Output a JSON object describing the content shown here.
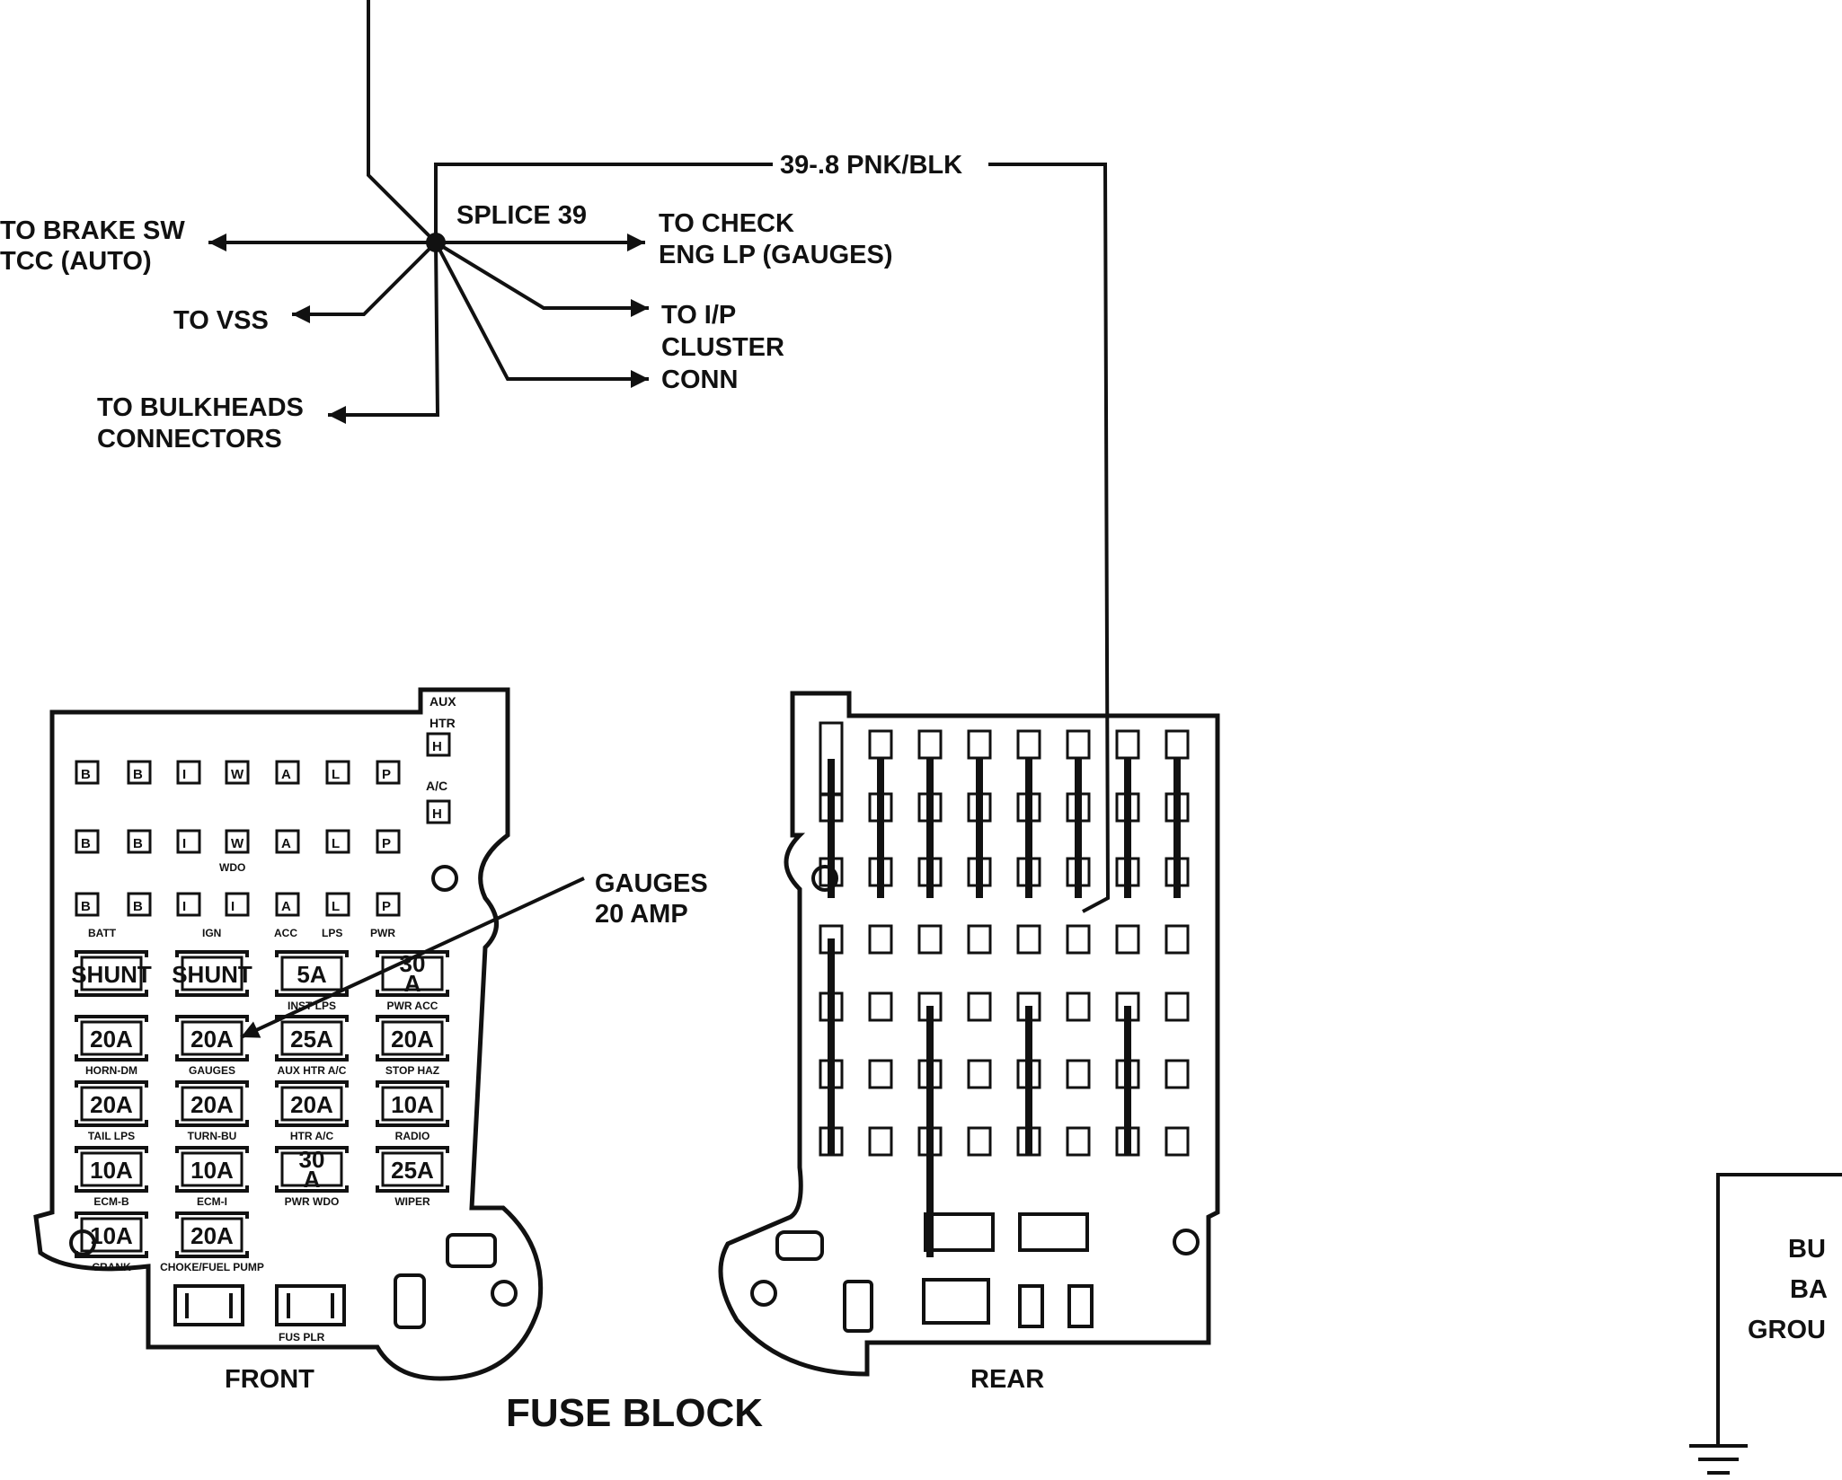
{
  "splice": {
    "wire_label": "39-.8 PNK/BLK",
    "name": "SPLICE 39",
    "to_brake": [
      "TO BRAKE SW",
      "TCC (AUTO)"
    ],
    "to_vss": "TO VSS",
    "to_bulkheads": [
      "TO BULKHEADS",
      "CONNECTORS"
    ],
    "to_check": [
      "TO CHECK",
      "ENG LP (GAUGES)"
    ],
    "to_ip": [
      "TO I/P",
      "CLUSTER",
      "CONN"
    ]
  },
  "callout": {
    "line1": "GAUGES",
    "line2": "20 AMP"
  },
  "front": {
    "label": "FRONT",
    "side_labels": [
      "AUX",
      "HTR",
      "A/C"
    ],
    "side_letters": [
      "H",
      "H"
    ],
    "row1": [
      "B",
      "B",
      "I",
      "W",
      "A",
      "L",
      "P"
    ],
    "row2": [
      "B",
      "B",
      "I",
      "W",
      "A",
      "L",
      "P"
    ],
    "wdo": "WDO",
    "row3": [
      "B",
      "B",
      "I",
      "I",
      "A",
      "L",
      "P"
    ],
    "bus_labels": [
      "BATT",
      "IGN",
      "ACC",
      "LPS",
      "PWR"
    ],
    "fuses": [
      {
        "value": "SHUNT",
        "caption": ""
      },
      {
        "value": "SHUNT",
        "caption": ""
      },
      {
        "value": "5A",
        "caption": "INST LPS"
      },
      {
        "value": "30 A",
        "caption": "PWR ACC"
      },
      {
        "value": "20A",
        "caption": "HORN-DM"
      },
      {
        "value": "20A",
        "caption": "GAUGES"
      },
      {
        "value": "25A",
        "caption": "AUX HTR A/C"
      },
      {
        "value": "20A",
        "caption": "STOP HAZ"
      },
      {
        "value": "20A",
        "caption": "TAIL LPS"
      },
      {
        "value": "20A",
        "caption": "TURN-BU"
      },
      {
        "value": "20A",
        "caption": "HTR A/C"
      },
      {
        "value": "10A",
        "caption": "RADIO"
      },
      {
        "value": "10A",
        "caption": "ECM-B"
      },
      {
        "value": "10A",
        "caption": "ECM-I"
      },
      {
        "value": "30 A",
        "caption": "PWR WDO"
      },
      {
        "value": "25A",
        "caption": "WIPER"
      },
      {
        "value": "10A",
        "caption": "CRANK"
      },
      {
        "value": "20A",
        "caption": "CHOKE/FUEL PUMP"
      }
    ],
    "fus_plr": "FUS PLR"
  },
  "rear": {
    "label": "REAR"
  },
  "title": "FUSE BLOCK",
  "ground_box": [
    "BU",
    "BA",
    "GROU"
  ]
}
